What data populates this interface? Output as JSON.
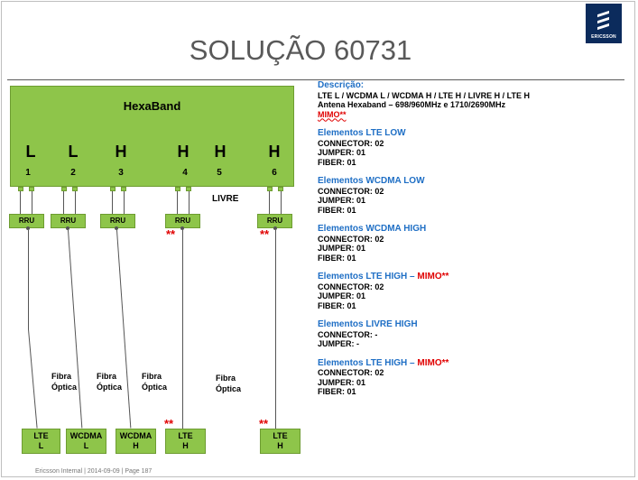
{
  "title": "SOLUÇÃO 60731",
  "logo": {
    "text": "ERICSSON"
  },
  "antenna": {
    "name": "HexaBand",
    "bands": [
      "L",
      "L",
      "H",
      "H",
      "H",
      "H"
    ],
    "ports": [
      "1",
      "2",
      "3",
      "4",
      "5",
      "6"
    ],
    "livre_label": "LIVRE"
  },
  "rru_label": "RRU",
  "stars": "**",
  "fiber_labels": [
    {
      "line1": "Fibra",
      "line2": "Óptica"
    },
    {
      "line1": "Fibra",
      "line2": "Óptica"
    },
    {
      "line1": "Fibra",
      "line2": "Óptica"
    },
    {
      "line1": "Fibra",
      "line2": "Óptica"
    }
  ],
  "bbus": [
    {
      "line1": "LTE",
      "line2": "L"
    },
    {
      "line1": "WCDMA",
      "line2": "L"
    },
    {
      "line1": "WCDMA",
      "line2": "H"
    },
    {
      "line1": "LTE",
      "line2": "H"
    },
    {
      "line1": "LTE",
      "line2": "H"
    }
  ],
  "description": {
    "header": "Descrição:",
    "line1": "LTE L / WCDMA L / WCDMA H / LTE H / LIVRE H / LTE H",
    "line2": "Antena Hexaband – 698/960MHz  e  1710/2690MHz",
    "mimo": "MIMO**"
  },
  "sections": [
    {
      "title": "Elementos LTE LOW",
      "mimo": "",
      "connector": "CONNECTOR: 02",
      "jumper": "JUMPER: 01",
      "fiber": "FIBER: 01"
    },
    {
      "title": "Elementos WCDMA LOW",
      "mimo": "",
      "connector": "CONNECTOR: 02",
      "jumper": "JUMPER: 01",
      "fiber": "FIBER: 01"
    },
    {
      "title": "Elementos WCDMA HIGH",
      "mimo": "",
      "connector": "CONNECTOR: 02",
      "jumper": "JUMPER: 01",
      "fiber": "FIBER: 01"
    },
    {
      "title": "Elementos LTE HIGH – ",
      "mimo": "MIMO**",
      "connector": "CONNECTOR: 02",
      "jumper": "JUMPER: 01",
      "fiber": "FIBER: 01"
    },
    {
      "title": "Elementos LIVRE HIGH",
      "mimo": "",
      "connector": "CONNECTOR: -",
      "jumper": "JUMPER: -",
      "fiber": ""
    },
    {
      "title": "Elementos LTE HIGH – ",
      "mimo": "MIMO**",
      "connector": "CONNECTOR: 02",
      "jumper": "JUMPER: 01",
      "fiber": "FIBER: 01"
    }
  ],
  "footer": "Ericsson Internal  |  2014-09-09  |  Page 187"
}
